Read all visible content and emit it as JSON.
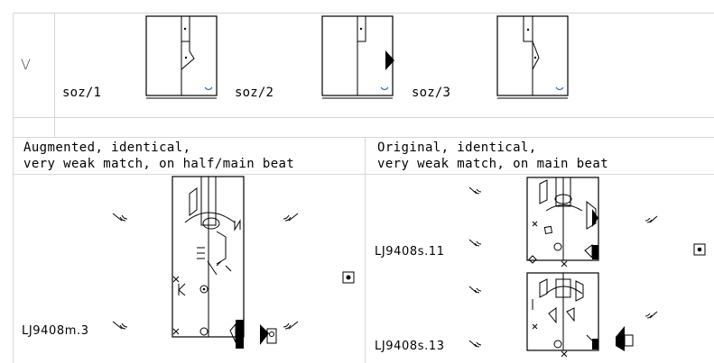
{
  "patterns": {
    "row_marker": "V",
    "items": [
      {
        "label": "soz/1"
      },
      {
        "label": "soz/2"
      },
      {
        "label": "soz/3"
      }
    ]
  },
  "results": {
    "left": {
      "heading_line1": "Augmented, identical,",
      "heading_line2": "very weak match, on half/main beat",
      "matches": [
        {
          "label": "LJ9408m.3"
        }
      ]
    },
    "right": {
      "heading_line1": "Original, identical,",
      "heading_line2": "very weak match, on main beat",
      "matches": [
        {
          "label": "LJ9408s.11"
        },
        {
          "label": "LJ9408s.13"
        }
      ]
    }
  }
}
